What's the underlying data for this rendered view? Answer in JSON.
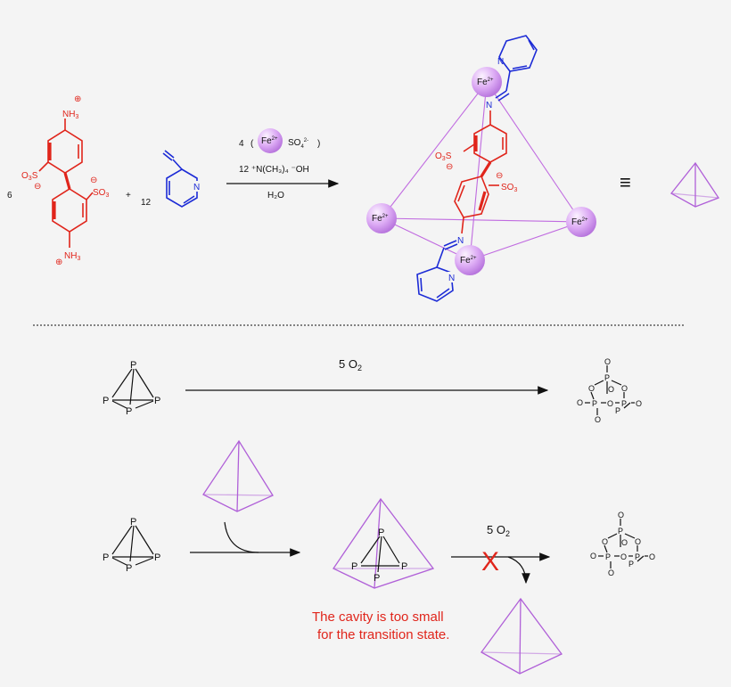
{
  "reaction1": {
    "reactant1_coef": "6",
    "plus": "+",
    "reactant2_coef": "12",
    "nh3": "NH",
    "nh3_sub": "3",
    "so3": "SO",
    "so3_sub": "3",
    "aldehyde_n": "N",
    "cond1_coef": "4",
    "cond1_open": "(",
    "cond1_fe": "Fe",
    "cond1_fe_charge": "2+",
    "cond1_so4": "SO",
    "cond1_so4_sub": "4",
    "cond1_so4_charge": "2-",
    "cond1_close": ")",
    "cond2": "12 ⁺N(CH₃)₄ ⁻OH",
    "cond3": "H₂O",
    "fe_label": "Fe",
    "fe_charge": "2+",
    "imine_n": "N",
    "pyridine_n": "N",
    "equiv": "≡"
  },
  "reaction2": {
    "reagent": "5 O",
    "reagent_sub": "2",
    "p_atom": "P",
    "o_atom": "O"
  },
  "reaction3": {
    "reagent": "5 O",
    "reagent_sub": "2",
    "blocked_mark": "X",
    "note_line1": "The cavity is too small",
    "note_line2": "for the transition state."
  },
  "colors": {
    "ligand_red": "#e0251b",
    "pyridine_blue": "#1c2bd6",
    "fe_purple": "#d9a8f2",
    "cage_purple": "#c06be0",
    "background": "#f4f4f4"
  }
}
